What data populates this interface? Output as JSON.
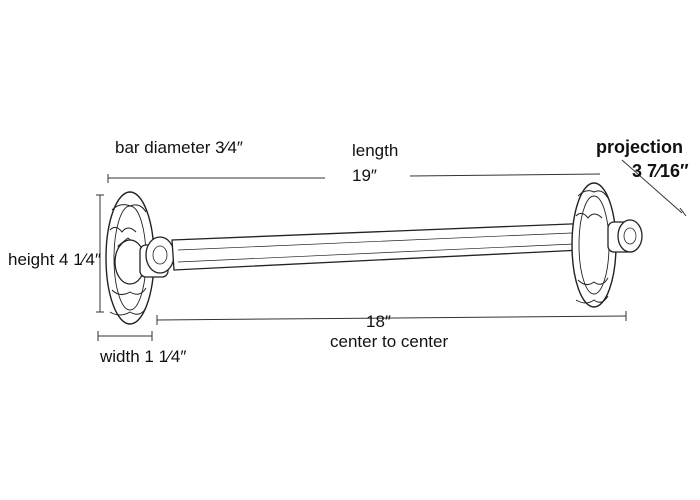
{
  "dimensions": {
    "bar_diameter": "bar  diameter 3⁄4″",
    "length_label": "length",
    "length_value": "19″",
    "projection_label": "projection",
    "projection_value": "3 7⁄16″",
    "height": "height 4 1⁄4″",
    "center_value": "18″",
    "center_label": "center to center",
    "width": "width 1 1⁄4″"
  },
  "colors": {
    "ink": "#111111",
    "line": "#333333"
  }
}
